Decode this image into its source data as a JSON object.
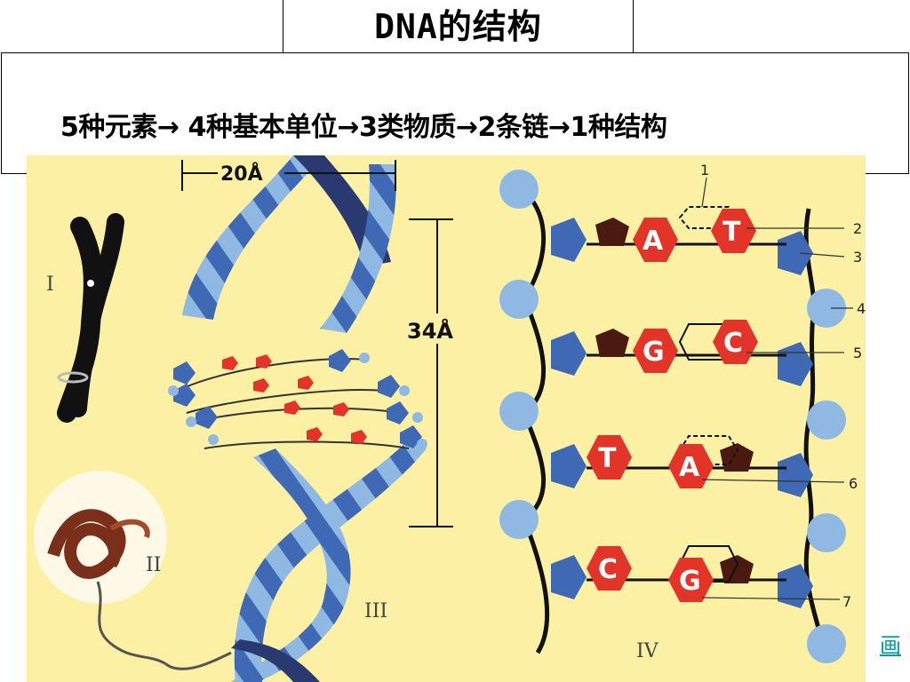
{
  "slide": {
    "title": "DNA的结构",
    "subtitle": "5种元素→ 4种基本单位→3类物质→2条链→1种结构",
    "link_text": "画"
  },
  "figure": {
    "roman_labels": [
      "I",
      "II",
      "III",
      "IV"
    ],
    "dimensions": {
      "width": "20Å",
      "height": "34Å"
    },
    "ladder_pairs": [
      {
        "left": "A",
        "right": "T"
      },
      {
        "left": "G",
        "right": "C"
      },
      {
        "left": "T",
        "right": "A"
      },
      {
        "left": "C",
        "right": "G"
      }
    ],
    "callouts": [
      "1",
      "2",
      "3",
      "4",
      "5",
      "6",
      "7"
    ],
    "colors": {
      "background": "#fbf0a3",
      "phosphate": "#8fb9e3",
      "sugar": "#3f69b4",
      "base_pair": "#e3342a",
      "base_dark": "#4a1a12"
    }
  }
}
